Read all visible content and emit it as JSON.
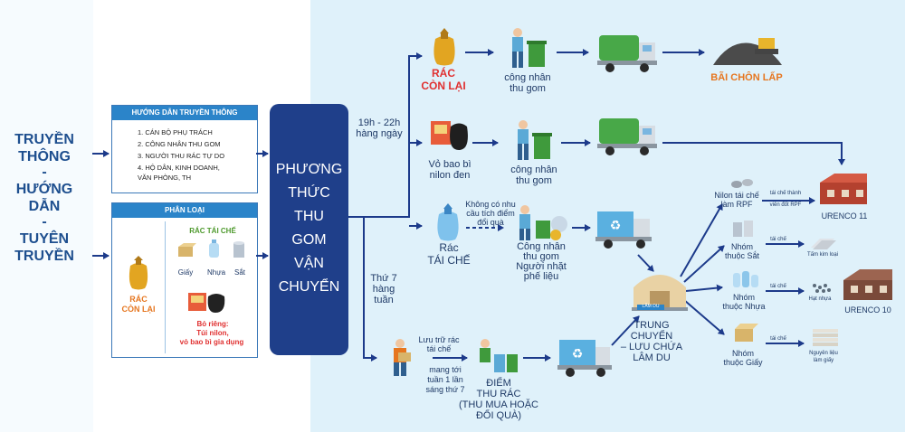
{
  "left_title": {
    "l1": "TRUYỀN",
    "l2": "THÔNG",
    "l3": "-",
    "l4": "HƯỚNG",
    "l5": "DẪN",
    "l6": "-",
    "l7": "TUYÊN",
    "l8": "TRUYỀN"
  },
  "guide_panel": {
    "title": "HƯỚNG DẪN TRUYỀN THÔNG",
    "items": [
      "1. CÁN BỘ PHỤ TRÁCH",
      "2. CÔNG NHÂN THU GOM",
      "3. NGƯỜI THU RÁC TỰ DO",
      "4. HỘ DÂN, KINH DOANH,",
      "VĂN PHÒNG, TH"
    ]
  },
  "classify_panel": {
    "title": "PHÂN LOẠI",
    "remaining_l1": "RÁC",
    "remaining_l2": "CÒN LẠI",
    "recycle_title": "RÁC TÁI CHẾ",
    "paper": "Giấy",
    "plastic": "Nhựa",
    "iron": "Sắt",
    "separate_l1": "Bỏ riêng:",
    "separate_l2": "Túi nilon,",
    "separate_l3": "vỏ bao bì gia dụng"
  },
  "center": {
    "l1": "PHƯƠNG",
    "l2": "THỨC",
    "l3": "THU",
    "l4": "GOM",
    "l5": "VẬN",
    "l6": "CHUYỂN"
  },
  "schedule": {
    "daily_l1": "19h - 22h",
    "daily_l2": "hàng ngày",
    "weekly_l1": "Thứ 7",
    "weekly_l2": "hàng",
    "weekly_l3": "tuần"
  },
  "row1": {
    "waste_l1": "RÁC",
    "waste_l2": "CÒN LẠI",
    "worker_l1": "công nhân",
    "worker_l2": "thu gom",
    "landfill": "BÃI CHÔN LẤP"
  },
  "row2": {
    "waste_l1": "Vỏ bao bì",
    "waste_l2": "nilon đen",
    "worker_l1": "công nhân",
    "worker_l2": "thu gom"
  },
  "row3": {
    "waste_l1": "Rác",
    "waste_l2": "TÁI CHẾ",
    "note_l1": "Không có nhu",
    "note_l2": "cầu tích điểm",
    "note_l3": "đổi quà",
    "worker_l1": "Công nhân",
    "worker_l2": "thu gom",
    "worker_l3": "Người nhặt",
    "worker_l4": "phế liệu"
  },
  "row4": {
    "store_l1": "Lưu trữ rác",
    "store_l2": "tái chế",
    "bring_l1": "mang tới",
    "bring_l2": "tuần 1 lần",
    "bring_l3": "sáng thứ 7",
    "point_l1": "ĐIỂM",
    "point_l2": "THU RÁC",
    "point_l3": "(THU MUA HOẶC",
    "point_l4": "ĐỔI QUÀ)"
  },
  "hub": {
    "label": "LÂM DU",
    "l1": "TRUNG",
    "l2": "CHUYỂN",
    "l3": "– LƯU CHỨA",
    "l4": "LÂM DU"
  },
  "outputs": {
    "nilon_l1": "Nilon tái chế",
    "nilon_l2": "làm RPF",
    "rpf_l1": "tái chế thành",
    "rpf_l2": "viên đốt RPF",
    "urenco11": "URENCO 11",
    "iron_l1": "Nhóm",
    "iron_l2": "thuộc Sắt",
    "recycle1": "tái chế",
    "metal_sheet": "Tấm kim loại",
    "plastic_l1": "Nhóm",
    "plastic_l2": "thuộc Nhựa",
    "recycle2": "tái chế",
    "pellets": "Hạt nhựa",
    "urenco10": "URENCO 10",
    "paper_l1": "Nhóm",
    "paper_l2": "thuộc Giấy",
    "recycle3": "tái chế",
    "raw_l1": "Nguyên liệu",
    "raw_l2": "làm giấy"
  },
  "colors": {
    "navy": "#1f3f8a",
    "blue": "#2b84c9",
    "red": "#e03030",
    "orange": "#e6761f",
    "green": "#4f9a2e",
    "arrow": "#1c3a8a"
  }
}
